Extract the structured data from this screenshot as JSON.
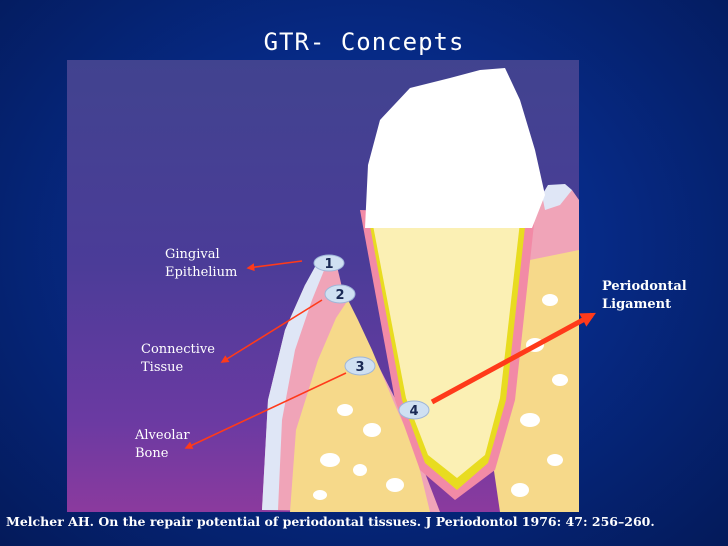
{
  "slide": {
    "title": "GTR- Concepts",
    "citation": "Melcher AH. On the repair potential of periodontal tissues. J Periodontol 1976: 47: 256–260."
  },
  "labels": {
    "gingival_epithelium": [
      "Gingival",
      "Epithelium"
    ],
    "connective_tissue": [
      "Connective",
      "Tissue"
    ],
    "alveolar_bone": [
      "Alveolar",
      "Bone"
    ],
    "periodontal_ligament": [
      "Periodontal",
      "Ligament"
    ]
  },
  "markers": [
    "1",
    "2",
    "3",
    "4"
  ],
  "colors": {
    "arrow": "#ff3a1a",
    "enamel": "#ffffff",
    "dentin": "#fbf0b4",
    "bone": "#f6d98a",
    "gingiva": "#f0a4b8",
    "epithelium": "#dfe6f6"
  }
}
